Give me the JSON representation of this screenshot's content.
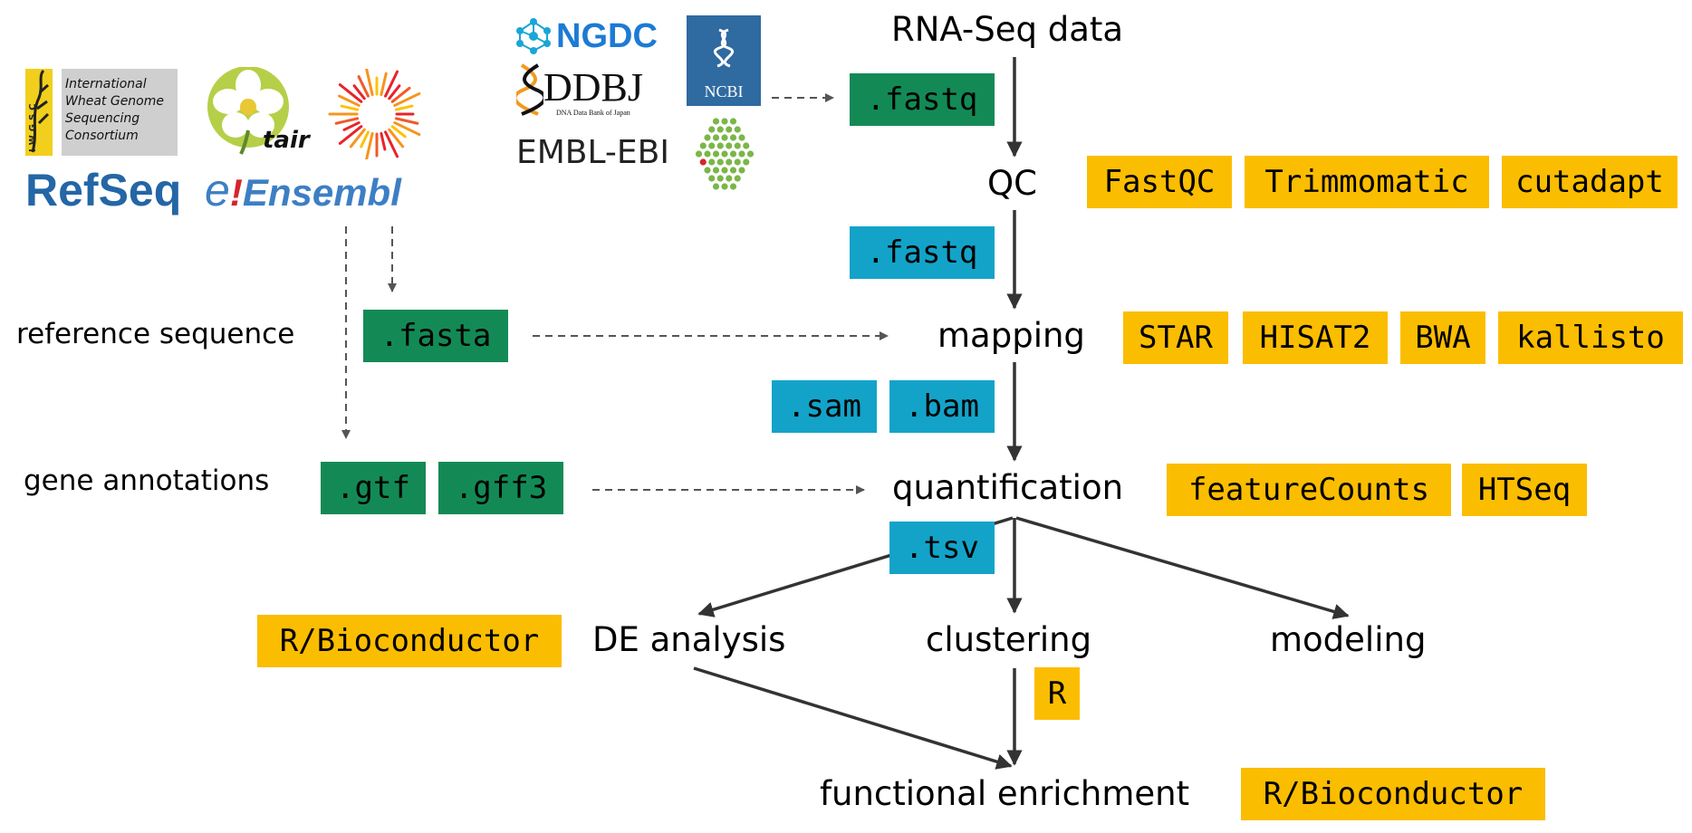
{
  "colors": {
    "file_green": "#138a55",
    "file_cyan": "#13a3c9",
    "tool_yellow": "#fbbd00",
    "refseq_blue": "#2466a6",
    "ensembl_blue": "#3d7fc4",
    "ncbi_bg": "#2f6aa0",
    "ngdc_blue": "#1c7bd4"
  },
  "logos": {
    "iwgsc": "International Wheat Genome Sequencing Consortium",
    "iwgsc_side": "IWGSC",
    "tair": "tair",
    "refseq": "RefSeq",
    "ensembl_e": "e",
    "ensembl_bang": "!",
    "ensembl": "Ensembl",
    "ngdc": "NGDC",
    "ddbj": "DDBJ",
    "ddbj_sub": "DNA Data Bank of Japan",
    "ncbi": "NCBI",
    "embl": "EMBL-EBI"
  },
  "steps": {
    "rnaseq": "RNA-Seq data",
    "qc": "QC",
    "mapping": "mapping",
    "quant": "quantification",
    "de": "DE analysis",
    "clustering": "clustering",
    "modeling": "modeling",
    "enrichment": "functional enrichment"
  },
  "inputs": {
    "reference": "reference sequence",
    "annotation": "gene annotations"
  },
  "files": {
    "fastq_raw": ".fastq",
    "fastq_qc": ".fastq",
    "fasta": ".fasta",
    "gtf": ".gtf",
    "gff3": ".gff3",
    "sam": ".sam",
    "bam": ".bam",
    "tsv": ".tsv"
  },
  "tools": {
    "fastqc": "FastQC",
    "trimmomatic": "Trimmomatic",
    "cutadapt": "cutadapt",
    "star": "STAR",
    "hisat2": "HISAT2",
    "bwa": "BWA",
    "kallisto": "kallisto",
    "featurecounts": "featureCounts",
    "htseq": "HTSeq",
    "r_bioc_de": "R/Bioconductor",
    "r_cluster": "R",
    "r_bioc_enrich": "R/Bioconductor"
  }
}
